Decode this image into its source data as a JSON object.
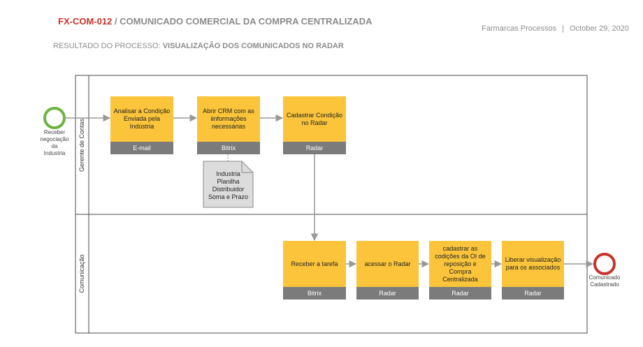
{
  "header": {
    "code": "FX-COM-012",
    "title_sep": " / ",
    "title": "COMUNICADO COMERCIAL DA COMPRA CENTRALIZADA",
    "subtitle_prefix": "RESULTADO DO PROCESSO: ",
    "subtitle_value": "VISUALIZAÇÃO DOS COMUNICADOS NO RADAR",
    "company": "Farmarcas Processos",
    "separator": "|",
    "date": "October 29, 2020"
  },
  "lanes": {
    "top": "Gerente de Contas",
    "bottom": "Comunicação"
  },
  "events": {
    "start": [
      "Receber",
      "negociação",
      "da",
      "Industria"
    ],
    "end": [
      "Comunicado",
      "Cadastrado"
    ]
  },
  "tasks": {
    "t1": {
      "label": "Analisar a Condição Enviada pela Indústria",
      "system": "E-mail"
    },
    "t2": {
      "label": "Abrir CRM com as iinformações necessárias",
      "system": "Bitrix"
    },
    "t3": {
      "label": "Cadastrar Condição no Radar",
      "system": "Radar"
    },
    "t4": {
      "label": "Receber a tarefa",
      "system": "Bitrix"
    },
    "t5": {
      "label": "acessar o Radar",
      "system": "Radar"
    },
    "t6": {
      "label": "cadastrar as codições da OI de reposição e Compra Centralizada",
      "system": "Radar"
    },
    "t7": {
      "label": "Liberar visualização para os associados",
      "system": "Radar"
    }
  },
  "document": [
    "Industria",
    "Planilha",
    "Distribuidor",
    "Soma e Prazo"
  ],
  "colors": {
    "task": "#fbc43a",
    "system_bar": "#7b7b7b",
    "start_event": "#6cb33f",
    "end_event": "#c8332b",
    "title_code": "#c8332b"
  }
}
